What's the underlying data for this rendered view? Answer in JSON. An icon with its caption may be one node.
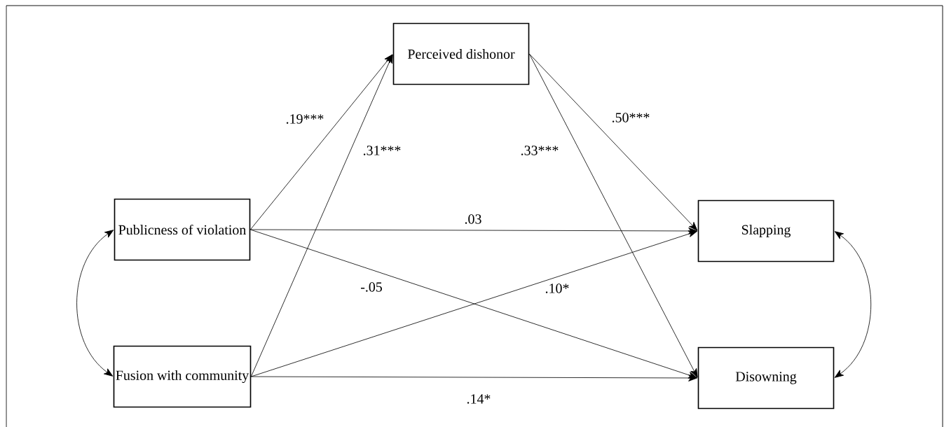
{
  "diagram": {
    "nodes": [
      {
        "text": [
          "Perceived dishonor"
        ]
      },
      {
        "text": [
          "Publicness of violation"
        ]
      },
      {
        "text": [
          "Fusion with community"
        ]
      },
      {
        "text": [
          "Slapping"
        ]
      },
      {
        "text": [
          "Disowning"
        ]
      }
    ],
    "edges": [
      {
        "from": 1,
        "to": 0,
        "arrow": "to",
        "label": ".19***"
      },
      {
        "from": 2,
        "to": 0,
        "arrow": "to",
        "label": ".31***"
      },
      {
        "from": 0,
        "to": 3,
        "arrow": "to",
        "label": ".50***"
      },
      {
        "from": 0,
        "to": 4,
        "arrow": "to",
        "label": ".33***"
      },
      {
        "from": 1,
        "to": 3,
        "arrow": "to",
        "label": ".03"
      },
      {
        "from": 1,
        "to": 4,
        "arrow": "to",
        "label": "-.05"
      },
      {
        "from": 2,
        "to": 3,
        "arrow": "to",
        "label": ".10*"
      },
      {
        "from": 2,
        "to": 4,
        "arrow": "to",
        "label": ".14*"
      },
      {
        "from": 1,
        "to": 2,
        "arrow": "both"
      },
      {
        "from": 3,
        "to": 4,
        "arrow": "both"
      }
    ]
  }
}
